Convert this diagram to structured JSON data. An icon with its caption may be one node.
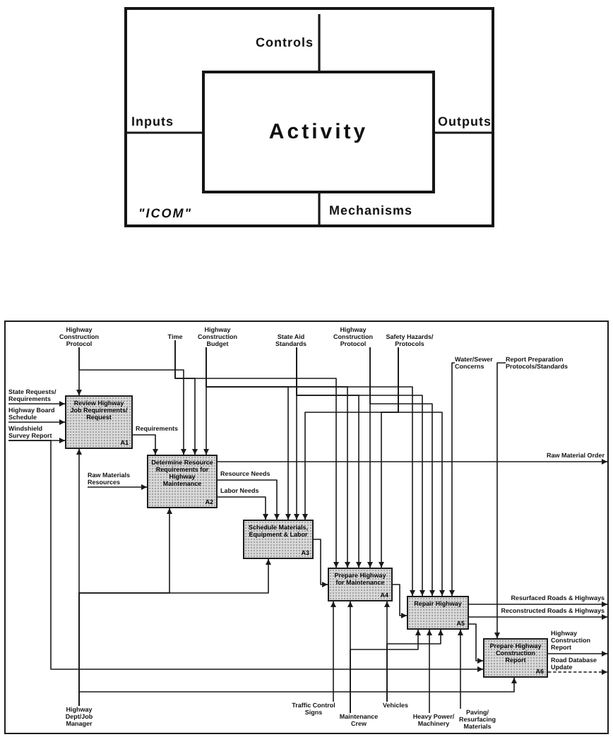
{
  "diagram": {
    "nodes": [
      {
        "text": [],
        "shape": "box"
      },
      {
        "text": [
          "Activity"
        ],
        "in": 0
      },
      {
        "text": [
          "Highway Construction Protocol"
        ]
      },
      {
        "text": [
          "Time"
        ]
      },
      {
        "text": [
          "Highway Construction Budget"
        ]
      },
      {
        "text": [
          "State Aid Standards"
        ]
      },
      {
        "text": [
          "Highway Construction Protocol"
        ]
      },
      {
        "text": [
          "Safety Hazards/ Protocols"
        ]
      },
      {
        "text": [
          "Water/Sewer Concerns"
        ]
      },
      {
        "text": [
          "Report Preparation Protocols/Standards"
        ]
      },
      {
        "text": [
          "State Requests/ Requirements"
        ]
      },
      {
        "text": [
          "Review Highway Job Requirements/ Request",
          "A1"
        ]
      },
      {
        "text": [
          "Highway Board Schedule"
        ]
      },
      {
        "text": [
          "Windshield Survey Report"
        ]
      },
      {
        "text": [
          "Raw Materials Resources"
        ]
      },
      {
        "text": [
          "Determine Resource Requirements for Highway Maintenance",
          "A2"
        ]
      },
      {
        "text": [
          "Schedule Materials, Equipment & Labor",
          "A3"
        ]
      },
      {
        "text": [
          "Prepare Highway for Maintenance",
          "A4"
        ]
      },
      {
        "text": [
          "Repair Highway",
          "A5"
        ]
      },
      {
        "text": [
          "Prepare Highway Construction Report",
          "A6"
        ]
      },
      {
        "text": [
          "Highway Dept/Job Manager"
        ]
      },
      {
        "text": [
          "Traffic Control Signs"
        ]
      },
      {
        "text": [
          "Maintenance Crew"
        ]
      },
      {
        "text": [
          "Vehicles"
        ]
      },
      {
        "text": [
          "Heavy Power/ Machinery"
        ]
      },
      {
        "text": [
          "Paving/ Resurfacing Materials"
        ]
      }
    ],
    "edges": [
      {
        "from": null,
        "to": 1,
        "arrow": "none",
        "label": "Controls"
      },
      {
        "from": null,
        "to": 1,
        "arrow": "none",
        "label": "Inputs"
      },
      {
        "from": 1,
        "to": null,
        "arrow": "none",
        "label": "Outputs"
      },
      {
        "from": null,
        "to": 1,
        "arrow": "none",
        "label": "Mechanisms"
      },
      {
        "from": 2,
        "to": 11,
        "arrow": "to"
      },
      {
        "from": 2,
        "to": 15,
        "arrow": "to"
      },
      {
        "from": 3,
        "to": 15,
        "arrow": "to"
      },
      {
        "from": 3,
        "to": 17,
        "arrow": "to"
      },
      {
        "from": 4,
        "to": 15,
        "arrow": "to"
      },
      {
        "from": 4,
        "to": 16,
        "arrow": "to"
      },
      {
        "from": 4,
        "to": 17,
        "arrow": "to"
      },
      {
        "from": 4,
        "to": 18,
        "arrow": "to"
      },
      {
        "from": 5,
        "to": 16,
        "arrow": "to"
      },
      {
        "from": 5,
        "to": 17,
        "arrow": "to"
      },
      {
        "from": 5,
        "to": 18,
        "arrow": "to"
      },
      {
        "from": 6,
        "to": 17,
        "arrow": "to"
      },
      {
        "from": 6,
        "to": 18,
        "arrow": "to"
      },
      {
        "from": 7,
        "to": 16,
        "arrow": "to"
      },
      {
        "from": 7,
        "to": 17,
        "arrow": "to"
      },
      {
        "from": 7,
        "to": 18,
        "arrow": "to"
      },
      {
        "from": 8,
        "to": 18,
        "arrow": "to"
      },
      {
        "from": 9,
        "to": 19,
        "arrow": "to"
      },
      {
        "from": 10,
        "to": 11,
        "arrow": "to"
      },
      {
        "from": 12,
        "to": 11,
        "arrow": "to"
      },
      {
        "from": 13,
        "to": 11,
        "arrow": "to"
      },
      {
        "from": 13,
        "to": 19,
        "arrow": "to"
      },
      {
        "from": 14,
        "to": 15,
        "arrow": "to"
      },
      {
        "from": 11,
        "to": 15,
        "arrow": "to",
        "label": "Requirements"
      },
      {
        "from": 15,
        "to": null,
        "arrow": "to",
        "label": "Raw Material Order"
      },
      {
        "from": 15,
        "to": 16,
        "arrow": "to",
        "label": "Resource Needs"
      },
      {
        "from": 15,
        "to": 16,
        "arrow": "to",
        "label": "Labor Needs"
      },
      {
        "from": 16,
        "to": 17,
        "arrow": "to"
      },
      {
        "from": 17,
        "to": 18,
        "arrow": "to"
      },
      {
        "from": 18,
        "to": null,
        "arrow": "to",
        "label": "Resurfaced Roads & Highways"
      },
      {
        "from": 18,
        "to": null,
        "arrow": "to",
        "label": "Reconstructed Roads & Highways"
      },
      {
        "from": 18,
        "to": 19,
        "arrow": "to"
      },
      {
        "from": 19,
        "to": null,
        "arrow": "to",
        "label": "Highway Construction Report"
      },
      {
        "from": 19,
        "to": null,
        "arrow": "to",
        "label": "Road Database Update",
        "style": "dashed"
      },
      {
        "from": 20,
        "to": 11,
        "arrow": "to"
      },
      {
        "from": 20,
        "to": 15,
        "arrow": "to"
      },
      {
        "from": 20,
        "to": 16,
        "arrow": "to"
      },
      {
        "from": 20,
        "to": 19,
        "arrow": "to"
      },
      {
        "from": 21,
        "to": 17,
        "arrow": "to"
      },
      {
        "from": 22,
        "to": 17,
        "arrow": "to"
      },
      {
        "from": 22,
        "to": 18,
        "arrow": "to"
      },
      {
        "from": 23,
        "to": 17,
        "arrow": "to"
      },
      {
        "from": 23,
        "to": 18,
        "arrow": "to"
      },
      {
        "from": 24,
        "to": 18,
        "arrow": "to"
      },
      {
        "from": 25,
        "to": 18,
        "arrow": "to"
      }
    ],
    "labels": [
      "\"ICOM\""
    ]
  }
}
